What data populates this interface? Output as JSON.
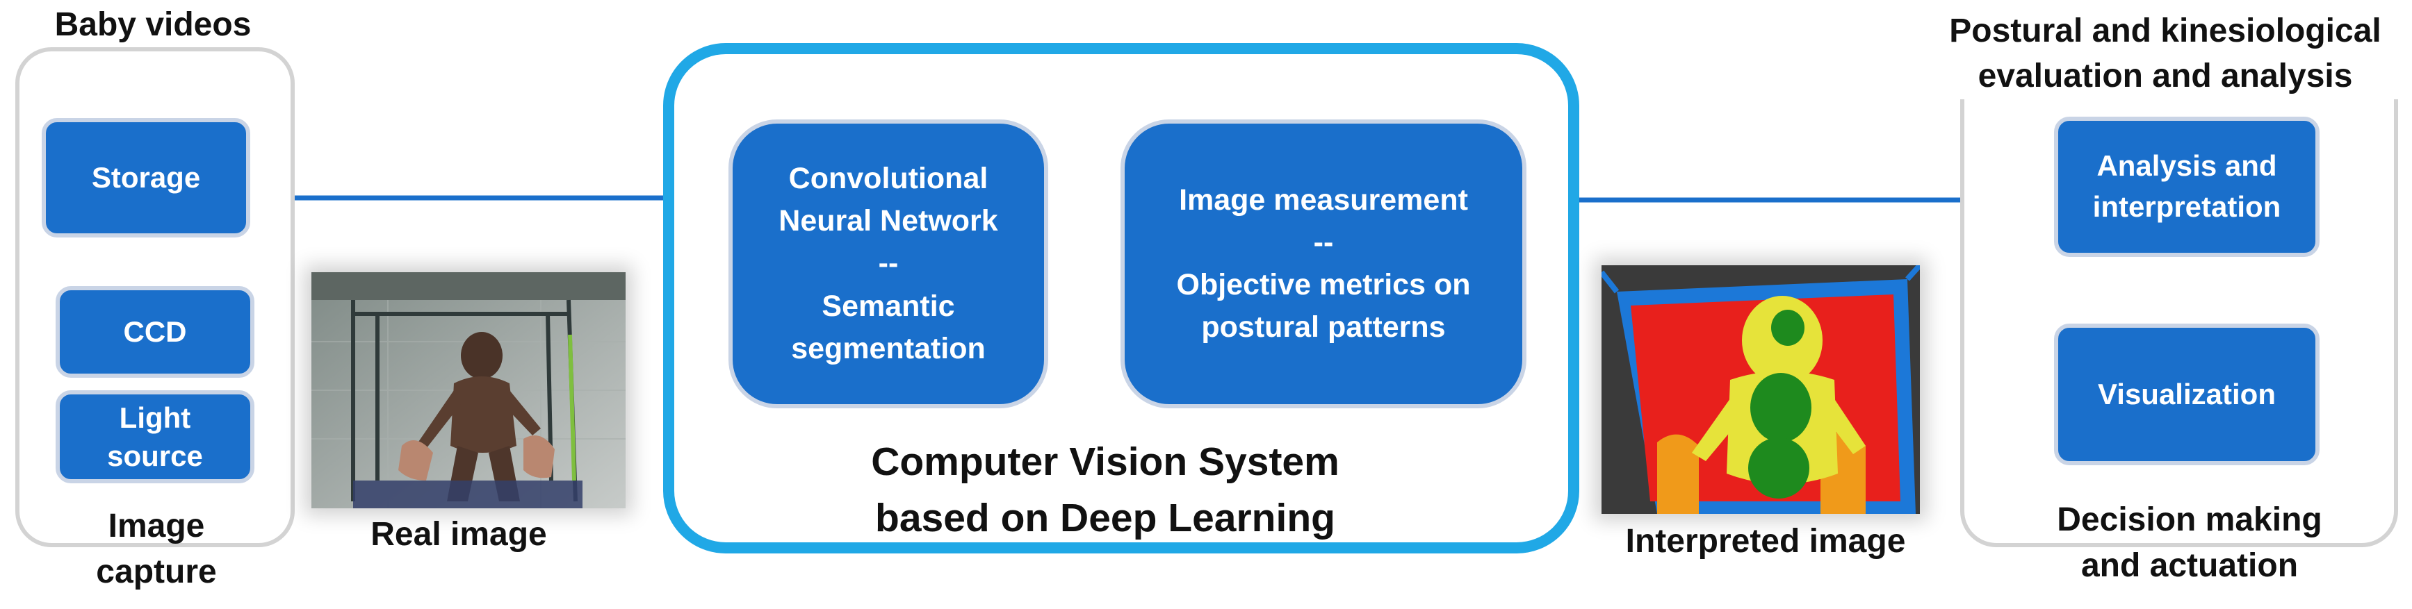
{
  "capture": {
    "title": "Baby videos",
    "caption": "Image\ncapture",
    "storage": "Storage",
    "ccd": "CCD",
    "light": "Light\nsource"
  },
  "real_image": {
    "caption": "Real image"
  },
  "cv_system": {
    "caption": "Computer Vision System\nbased on Deep Learning",
    "cnn": "Convolutional\nNeural Network\n--\nSemantic\nsegmentation",
    "measure": "Image measurement\n--\nObjective metrics on\npostural patterns"
  },
  "interpreted_image": {
    "caption": "Interpreted image"
  },
  "evaluation": {
    "title": "Postural and kinesiological\nevaluation and analysis",
    "caption": "Decision making\nand actuation",
    "analysis": "Analysis and\ninterpretation",
    "visualization": "Visualization"
  },
  "colors": {
    "node_fill": "#1a6fcb",
    "cv_border": "#20a8e6",
    "arrow": "#1a6fcb",
    "seg_red": "#e8201c",
    "seg_yellow": "#e6e33a",
    "seg_green": "#1e8a1e",
    "seg_orange": "#f09a1a",
    "seg_frame_blue": "#1c78d8",
    "seg_dark": "#3a3a3a"
  }
}
